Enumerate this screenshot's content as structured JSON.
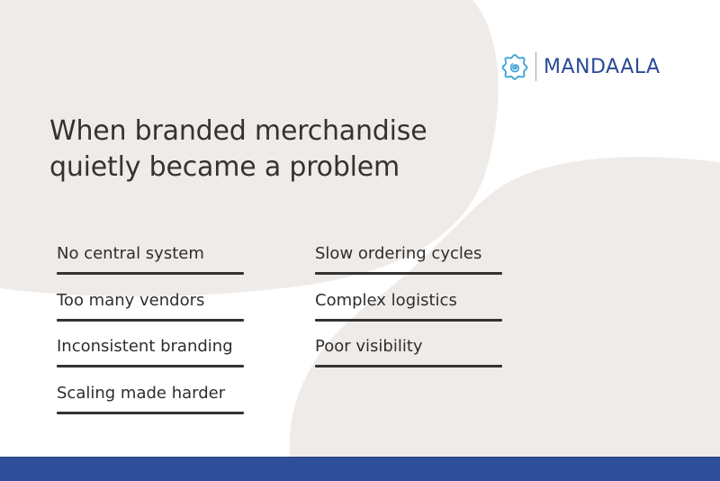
{
  "brand": {
    "name": "MANDAALA",
    "icon": "mandala-spiral-icon",
    "colors": {
      "text": "#2a4a94",
      "icon": "#3aa0d8"
    }
  },
  "headline": {
    "line1": "When branded merchandise",
    "line2": "quietly became a problem"
  },
  "problems": {
    "left": [
      {
        "label": "No central system"
      },
      {
        "label": "Too many vendors"
      },
      {
        "label": "Inconsistent branding"
      },
      {
        "label": "Scaling made harder"
      }
    ],
    "right": [
      {
        "label": "Slow ordering cycles"
      },
      {
        "label": "Complex logistics"
      },
      {
        "label": "Poor visibility"
      }
    ]
  },
  "colors": {
    "blob": "#efebe8",
    "footer": "#2f4f9a",
    "text": "#333333"
  }
}
